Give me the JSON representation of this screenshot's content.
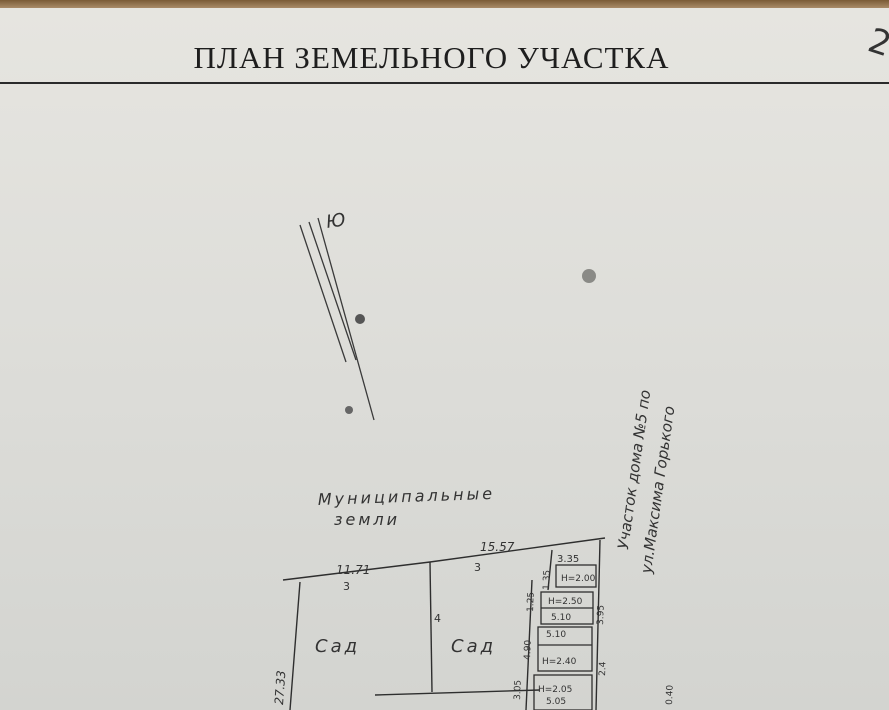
{
  "document": {
    "title": "ПЛАН ЗЕМЕЛЬНОГО УЧАСТКА",
    "corner_mark": "2"
  },
  "plan": {
    "north_label": "Ю",
    "municipal_label_line1": "Муниципальные",
    "municipal_label_line2": "земли",
    "neighbor_label_line1": "Участок дома №5 по",
    "neighbor_label_line2": "ул.Максима Горького",
    "garden_left": "Сад",
    "garden_right": "Сад",
    "dim_top_left": "11.71",
    "dim_top_right": "15.57",
    "dim_left": "27.33",
    "dim_small_top": "3.35",
    "point_3a": "3",
    "point_3b": "3",
    "point_4": "4",
    "bld_h200": "Н=2.00",
    "bld_h250": "Н=2.50",
    "bld_510a": "5.10",
    "bld_510b": "5.10",
    "bld_h240": "Н=2.40",
    "bld_h205": "Н=2.05",
    "bld_505": "5.05",
    "side_dims": [
      "1.35",
      "1.25",
      "4.90",
      "3.05",
      "3.95",
      "2.4",
      "0.40"
    ]
  }
}
